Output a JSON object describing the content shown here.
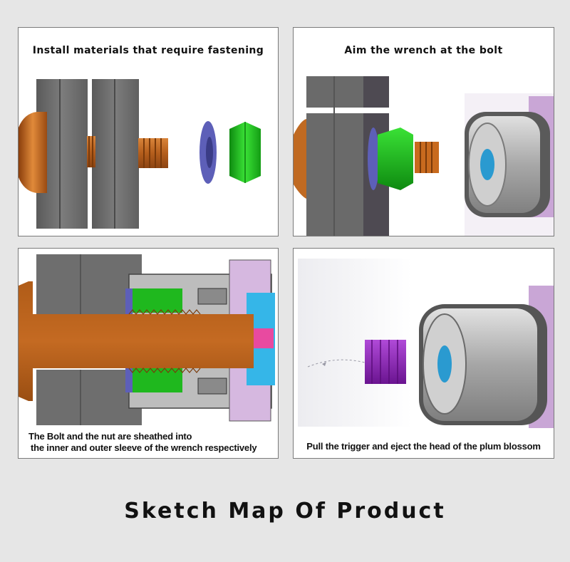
{
  "panels": [
    {
      "caption": "Install materials that require fastening"
    },
    {
      "caption": "Aim the wrench at the bolt"
    },
    {
      "caption_lines": [
        "The Bolt and the nut are sheathed into",
        "the inner and outer sleeve of the wrench respectively"
      ]
    },
    {
      "caption": "Pull the trigger and eject the head of the plum blossom"
    }
  ],
  "title": "Sketch Map Of Product",
  "colors": {
    "bolt": "#c86a1e",
    "nut": "#22c41e",
    "washer": "#5d5fb8",
    "plate": "#707070",
    "sleeve": "#bcbcbc",
    "collar": "#c9a6d6",
    "plum_head": "#8a1fb0"
  }
}
